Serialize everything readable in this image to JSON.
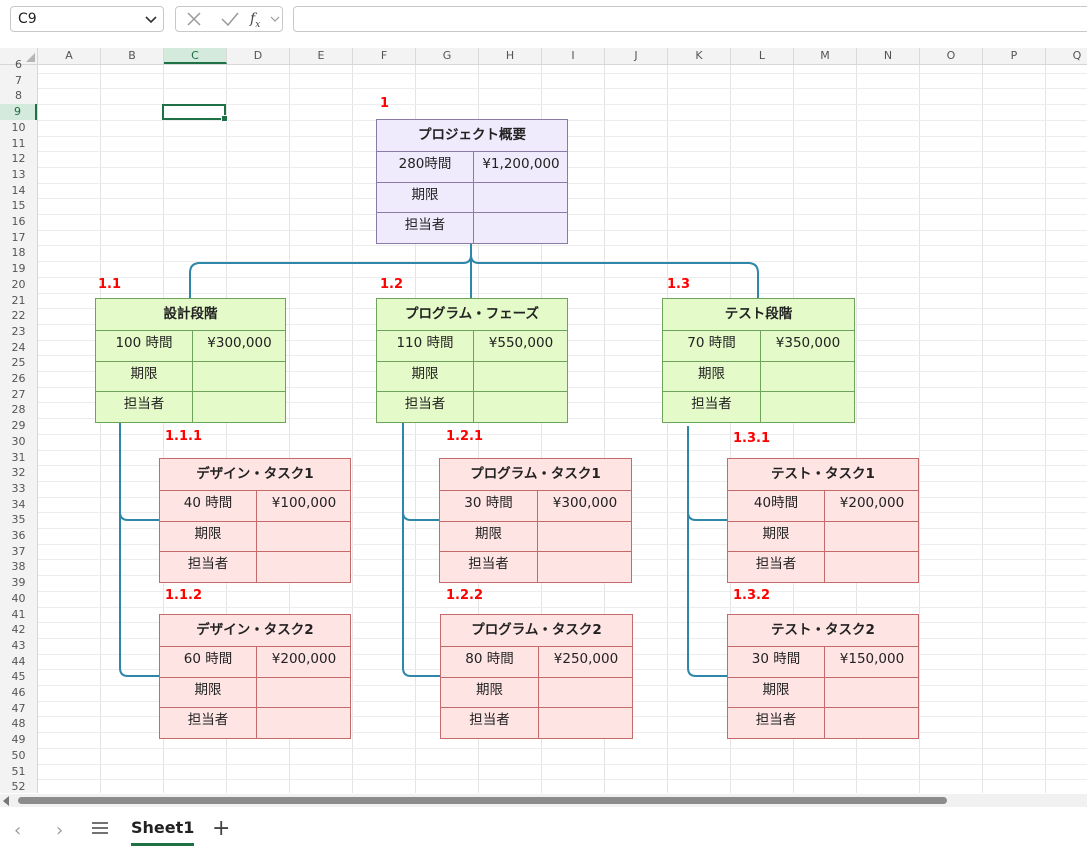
{
  "formula_bar": {
    "name_box": "C9",
    "formula": ""
  },
  "columns": [
    "A",
    "B",
    "C",
    "D",
    "E",
    "F",
    "G",
    "H",
    "I",
    "J",
    "K",
    "L",
    "M",
    "N",
    "O",
    "P",
    "Q"
  ],
  "selected_column": "C",
  "rows": [
    "6",
    "7",
    "8",
    "9",
    "10",
    "11",
    "12",
    "13",
    "14",
    "15",
    "16",
    "17",
    "18",
    "19",
    "20",
    "21",
    "22",
    "23",
    "24",
    "25",
    "26",
    "27",
    "28",
    "29",
    "30",
    "31",
    "32",
    "33",
    "34",
    "35",
    "36",
    "37",
    "38",
    "39",
    "40",
    "41",
    "42",
    "43",
    "44",
    "45",
    "46",
    "47",
    "48",
    "49",
    "50",
    "51",
    "52"
  ],
  "selected_row": "9",
  "wbs": {
    "root": {
      "num": "1",
      "title": "プロジェクト概要",
      "hours": "280時間",
      "cost": "¥1,200,000",
      "deadline_label": "期限",
      "owner_label": "担当者"
    },
    "p1": {
      "num": "1.1",
      "title": "設計段階",
      "hours": "100 時間",
      "cost": "¥300,000",
      "deadline_label": "期限",
      "owner_label": "担当者"
    },
    "p2": {
      "num": "1.2",
      "title": "プログラム・フェーズ",
      "hours": "110 時間",
      "cost": "¥550,000",
      "deadline_label": "期限",
      "owner_label": "担当者"
    },
    "p3": {
      "num": "1.3",
      "title": "テスト段階",
      "hours": "70 時間",
      "cost": "¥350,000",
      "deadline_label": "期限",
      "owner_label": "担当者"
    },
    "t11": {
      "num": "1.1.1",
      "title": "デザイン・タスク1",
      "hours": "40 時間",
      "cost": "¥100,000",
      "deadline_label": "期限",
      "owner_label": "担当者"
    },
    "t12": {
      "num": "1.1.2",
      "title": "デザイン・タスク2",
      "hours": "60 時間",
      "cost": "¥200,000",
      "deadline_label": "期限",
      "owner_label": "担当者"
    },
    "t21": {
      "num": "1.2.1",
      "title": "プログラム・タスク1",
      "hours": "30 時間",
      "cost": "¥300,000",
      "deadline_label": "期限",
      "owner_label": "担当者"
    },
    "t22": {
      "num": "1.2.2",
      "title": "プログラム・タスク2",
      "hours": "80 時間",
      "cost": "¥250,000",
      "deadline_label": "期限",
      "owner_label": "担当者"
    },
    "t31": {
      "num": "1.3.1",
      "title": "テスト・タスク1",
      "hours": "40時間",
      "cost": "¥200,000",
      "deadline_label": "期限",
      "owner_label": "担当者"
    },
    "t32": {
      "num": "1.3.2",
      "title": "テスト・タスク2",
      "hours": "30 時間",
      "cost": "¥150,000",
      "deadline_label": "期限",
      "owner_label": "担当者"
    }
  },
  "sheet_tabs": [
    {
      "label": "Sheet1",
      "active": true
    }
  ],
  "colors": {
    "accent": "#1e7145",
    "connector": "#2e86a8",
    "wbs_number": "#ff0000"
  }
}
